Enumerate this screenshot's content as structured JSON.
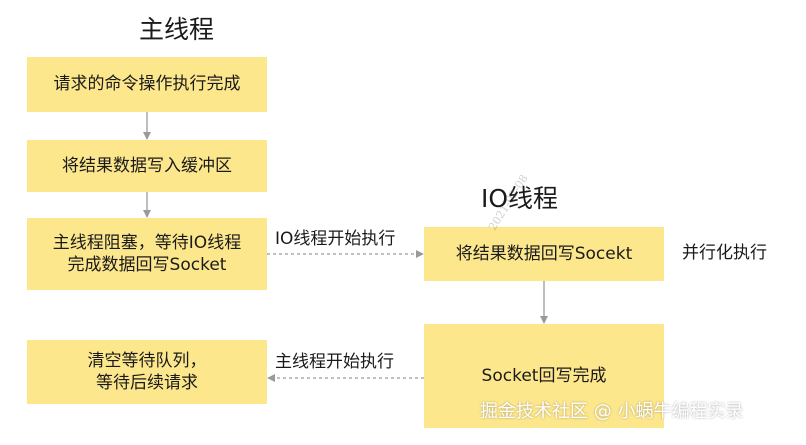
{
  "main_thread": {
    "title": "主线程",
    "steps": [
      "请求的命令操作执行完成",
      "将结果数据写入缓冲区",
      "主线程阻塞，等待IO线程\n完成数据回写Socket",
      "清空等待队列，\n等待后续请求"
    ]
  },
  "io_thread": {
    "title": "IO线程",
    "steps": [
      "将结果数据回写Socekt",
      "Socket回写完成"
    ],
    "side_note": "并行化执行"
  },
  "edges": {
    "to_io": "IO线程开始执行",
    "to_main": "主线程开始执行"
  },
  "watermark": "掘金技术社区 @ 小蜗牛编程实录",
  "faint_watermark": "2021-02-08",
  "colors": {
    "box_fill": "#fde78c",
    "arrow": "#9a9a9a"
  }
}
